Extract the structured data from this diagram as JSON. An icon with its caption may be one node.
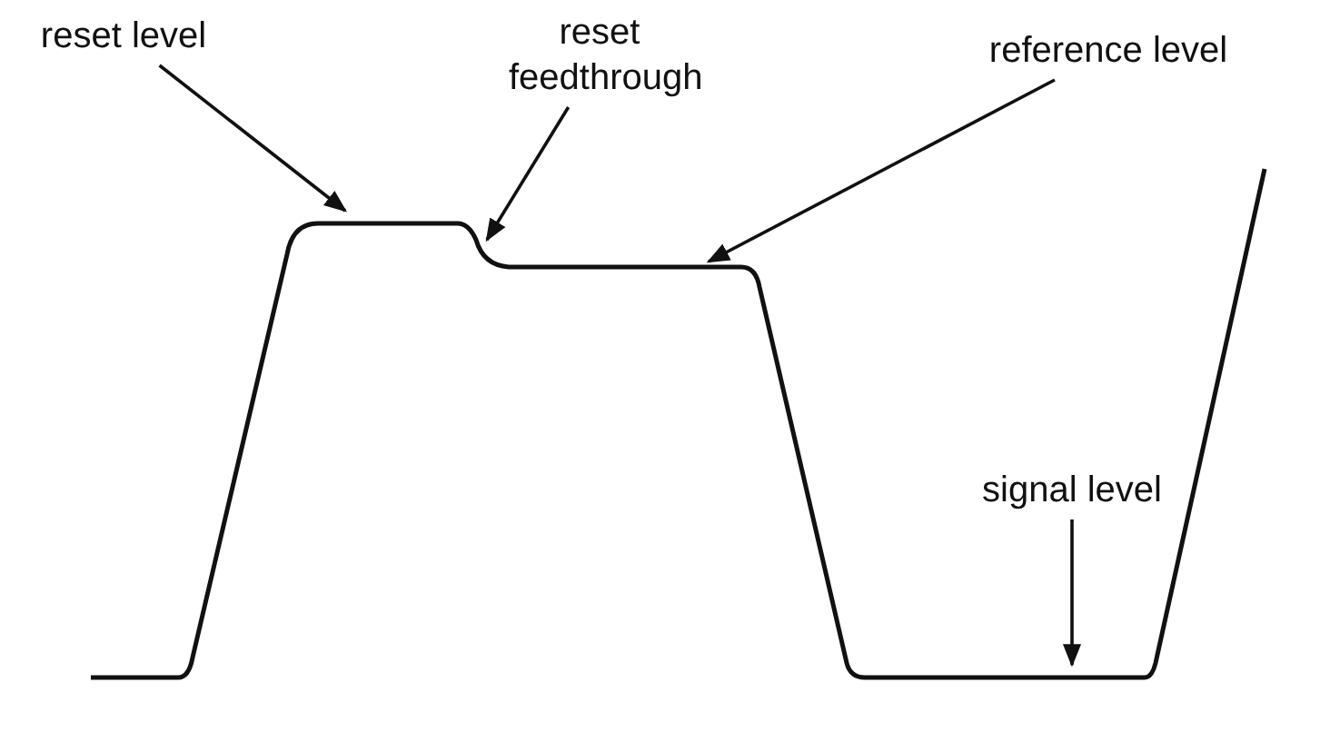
{
  "diagram": {
    "nodes": [
      {
        "text": [
          "reset level"
        ]
      },
      {
        "text": [
          "reset feedthrough"
        ]
      },
      {
        "text": [
          "reference level"
        ]
      },
      {
        "text": [
          "signal level"
        ]
      }
    ],
    "edges": [
      {
        "from": 0,
        "to": null,
        "arrow": "to"
      },
      {
        "from": 1,
        "to": null,
        "arrow": "to"
      },
      {
        "from": 2,
        "to": null,
        "arrow": "to"
      },
      {
        "from": 3,
        "to": null,
        "arrow": "to"
      }
    ]
  }
}
